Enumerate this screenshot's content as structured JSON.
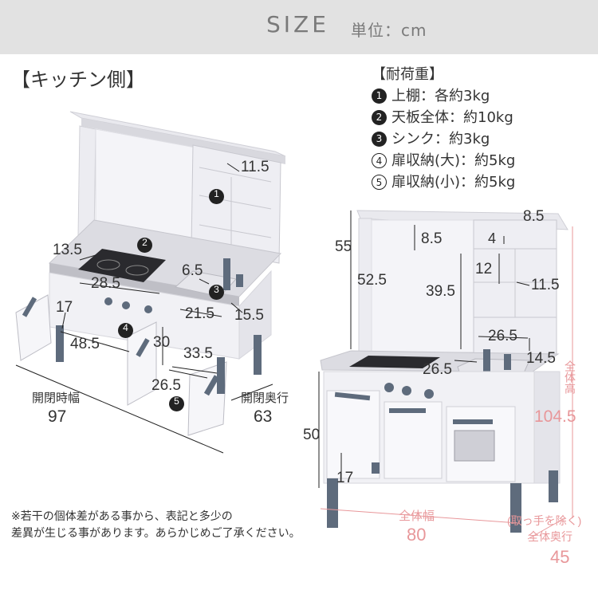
{
  "header": {
    "title": "SIZE",
    "unit": "単位：cm"
  },
  "left_view": {
    "title": "【キッチン側】",
    "labels": {
      "top_shelf": "11.5",
      "sink_w": "6.5",
      "stove_d": "13.5",
      "stove_w": "28.5",
      "sink_a": "21.5",
      "sink_b": "15.5",
      "door_big_a": "17",
      "door_big_w": "48.5",
      "door_small_h": "30",
      "door_small_w": "33.5",
      "door_small_d": "26.5",
      "open_width_label": "開閉時幅",
      "open_width": "97",
      "open_depth_label": "開閉奥行",
      "open_depth": "63"
    },
    "markers": [
      "1",
      "2",
      "3",
      "4",
      "5"
    ]
  },
  "load": {
    "title": "【耐荷重】",
    "items": [
      {
        "num": "1",
        "text": "上棚：各約3kg",
        "style": "fill"
      },
      {
        "num": "2",
        "text": "天板全体：約10kg",
        "style": "fill"
      },
      {
        "num": "3",
        "text": "シンク：約3kg",
        "style": "fill"
      },
      {
        "num": "4",
        "text": "扉収納(大)：約5kg",
        "style": "open"
      },
      {
        "num": "5",
        "text": "扉収納(小)：約5kg",
        "style": "open"
      }
    ]
  },
  "right_view": {
    "labels": {
      "shelf_top": "8.5",
      "upper_h": "55",
      "shelf_a": "8.5",
      "shelf_b": "4",
      "shelf_c": "12",
      "shelf_d": "11.5",
      "inner_h": "52.5",
      "back_h": "39.5",
      "shelf_e": "26.5",
      "shelf_f": "14.5",
      "counter_w": "26.5",
      "total_h_label": "全体高",
      "total_h": "104.5",
      "base_h": "50",
      "leg_h": "17",
      "total_w_label": "全体幅",
      "total_w": "80",
      "total_d_note": "(取っ手を除く)",
      "total_d_label": "全体奥行",
      "total_d": "45"
    }
  },
  "footnote": [
    "※若干の個体差がある事から、表記と多少の",
    "差異が生じる事があります。あらかじめご了承ください。"
  ],
  "colors": {
    "accent": "#e8979a",
    "header_bg": "#e2e2e2",
    "leg": "#5e6b7c",
    "body": "#f3f3f7"
  }
}
